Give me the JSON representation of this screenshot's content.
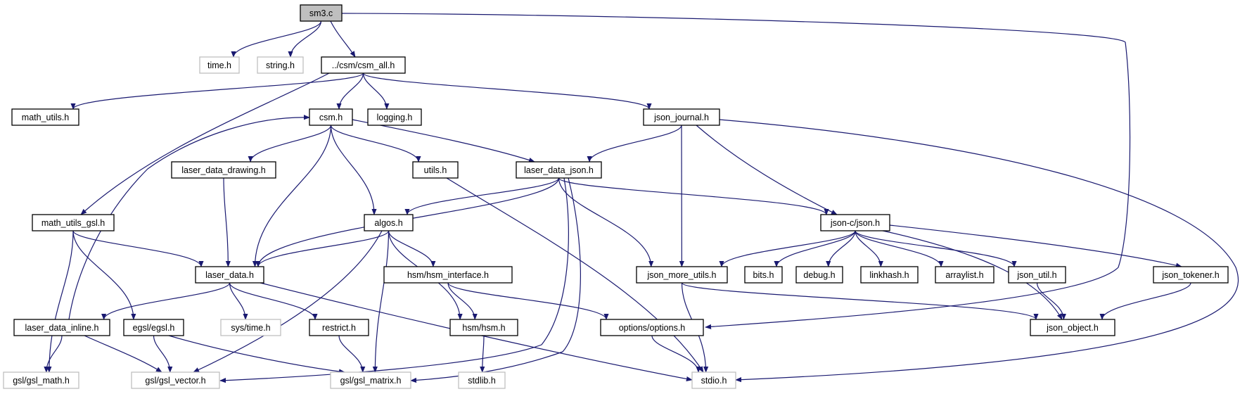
{
  "graph": {
    "edge_color": "#191970",
    "root_fill": "#bfbfbf",
    "external_border": "#bfbfbf",
    "nodes": [
      {
        "id": "sm3",
        "label": "sm3.c",
        "kind": "root"
      },
      {
        "id": "time",
        "label": "time.h",
        "kind": "external"
      },
      {
        "id": "string",
        "label": "string.h",
        "kind": "external"
      },
      {
        "id": "csm_all",
        "label": "../csm/csm_all.h",
        "kind": "file"
      },
      {
        "id": "math_utils",
        "label": "math_utils.h",
        "kind": "file"
      },
      {
        "id": "csm",
        "label": "csm.h",
        "kind": "file"
      },
      {
        "id": "logging",
        "label": "logging.h",
        "kind": "file"
      },
      {
        "id": "json_journal",
        "label": "json_journal.h",
        "kind": "file"
      },
      {
        "id": "laser_data_drawing",
        "label": "laser_data_drawing.h",
        "kind": "file"
      },
      {
        "id": "utils",
        "label": "utils.h",
        "kind": "file"
      },
      {
        "id": "laser_data_json",
        "label": "laser_data_json.h",
        "kind": "file"
      },
      {
        "id": "math_utils_gsl",
        "label": "math_utils_gsl.h",
        "kind": "file"
      },
      {
        "id": "algos",
        "label": "algos.h",
        "kind": "file"
      },
      {
        "id": "json_c_json",
        "label": "json-c/json.h",
        "kind": "file"
      },
      {
        "id": "laser_data",
        "label": "laser_data.h",
        "kind": "file"
      },
      {
        "id": "hsm_interface",
        "label": "hsm/hsm_interface.h",
        "kind": "file"
      },
      {
        "id": "json_more_utils",
        "label": "json_more_utils.h",
        "kind": "file"
      },
      {
        "id": "bits",
        "label": "bits.h",
        "kind": "file"
      },
      {
        "id": "debug",
        "label": "debug.h",
        "kind": "file"
      },
      {
        "id": "linkhash",
        "label": "linkhash.h",
        "kind": "file"
      },
      {
        "id": "arraylist",
        "label": "arraylist.h",
        "kind": "file"
      },
      {
        "id": "json_util",
        "label": "json_util.h",
        "kind": "file"
      },
      {
        "id": "json_tokener",
        "label": "json_tokener.h",
        "kind": "file"
      },
      {
        "id": "laser_data_inline",
        "label": "laser_data_inline.h",
        "kind": "file"
      },
      {
        "id": "egsl",
        "label": "egsl/egsl.h",
        "kind": "file"
      },
      {
        "id": "sys_time",
        "label": "sys/time.h",
        "kind": "external"
      },
      {
        "id": "restrict",
        "label": "restrict.h",
        "kind": "file"
      },
      {
        "id": "hsm",
        "label": "hsm/hsm.h",
        "kind": "file"
      },
      {
        "id": "options",
        "label": "options/options.h",
        "kind": "file"
      },
      {
        "id": "json_object",
        "label": "json_object.h",
        "kind": "file"
      },
      {
        "id": "gsl_math",
        "label": "gsl/gsl_math.h",
        "kind": "external"
      },
      {
        "id": "gsl_vector",
        "label": "gsl/gsl_vector.h",
        "kind": "external"
      },
      {
        "id": "gsl_matrix",
        "label": "gsl/gsl_matrix.h",
        "kind": "external"
      },
      {
        "id": "stdlib",
        "label": "stdlib.h",
        "kind": "external"
      },
      {
        "id": "stdio",
        "label": "stdio.h",
        "kind": "external"
      }
    ],
    "edges": [
      [
        "sm3",
        "time"
      ],
      [
        "sm3",
        "string"
      ],
      [
        "sm3",
        "csm_all"
      ],
      [
        "sm3",
        "options"
      ],
      [
        "csm_all",
        "math_utils"
      ],
      [
        "csm_all",
        "csm"
      ],
      [
        "csm_all",
        "logging"
      ],
      [
        "csm_all",
        "json_journal"
      ],
      [
        "csm_all",
        "math_utils_gsl"
      ],
      [
        "csm",
        "laser_data_drawing"
      ],
      [
        "csm",
        "utils"
      ],
      [
        "csm",
        "laser_data_json"
      ],
      [
        "csm",
        "algos"
      ],
      [
        "csm",
        "laser_data"
      ],
      [
        "json_journal",
        "laser_data_json"
      ],
      [
        "json_journal",
        "json_more_utils"
      ],
      [
        "json_journal",
        "json_c_json"
      ],
      [
        "json_journal",
        "stdio"
      ],
      [
        "laser_data_drawing",
        "laser_data"
      ],
      [
        "utils",
        "stdio"
      ],
      [
        "laser_data_json",
        "laser_data"
      ],
      [
        "laser_data_json",
        "algos"
      ],
      [
        "laser_data_json",
        "json_c_json"
      ],
      [
        "laser_data_json",
        "json_more_utils"
      ],
      [
        "laser_data_json",
        "gsl_vector"
      ],
      [
        "laser_data_json",
        "gsl_matrix"
      ],
      [
        "math_utils_gsl",
        "laser_data"
      ],
      [
        "math_utils_gsl",
        "egsl"
      ],
      [
        "math_utils_gsl",
        "gsl_math"
      ],
      [
        "algos",
        "laser_data"
      ],
      [
        "algos",
        "hsm_interface"
      ],
      [
        "algos",
        "hsm"
      ],
      [
        "algos",
        "gsl_vector"
      ],
      [
        "algos",
        "gsl_matrix"
      ],
      [
        "json_c_json",
        "json_more_utils"
      ],
      [
        "json_c_json",
        "bits"
      ],
      [
        "json_c_json",
        "debug"
      ],
      [
        "json_c_json",
        "linkhash"
      ],
      [
        "json_c_json",
        "arraylist"
      ],
      [
        "json_c_json",
        "json_util"
      ],
      [
        "json_c_json",
        "json_object"
      ],
      [
        "json_c_json",
        "json_tokener"
      ],
      [
        "laser_data",
        "laser_data_inline"
      ],
      [
        "laser_data",
        "sys_time"
      ],
      [
        "laser_data",
        "restrict"
      ],
      [
        "laser_data",
        "stdio"
      ],
      [
        "laser_data_inline",
        "csm"
      ],
      [
        "laser_data_inline",
        "gsl_math"
      ],
      [
        "laser_data_inline",
        "gsl_vector"
      ],
      [
        "egsl",
        "gsl_vector"
      ],
      [
        "egsl",
        "gsl_matrix"
      ],
      [
        "restrict",
        "gsl_matrix"
      ],
      [
        "hsm_interface",
        "hsm"
      ],
      [
        "hsm_interface",
        "options"
      ],
      [
        "hsm",
        "stdlib"
      ],
      [
        "json_more_utils",
        "json_object"
      ],
      [
        "json_more_utils",
        "stdio"
      ],
      [
        "json_util",
        "json_object"
      ],
      [
        "json_tokener",
        "json_object"
      ],
      [
        "options",
        "stdio"
      ]
    ]
  }
}
